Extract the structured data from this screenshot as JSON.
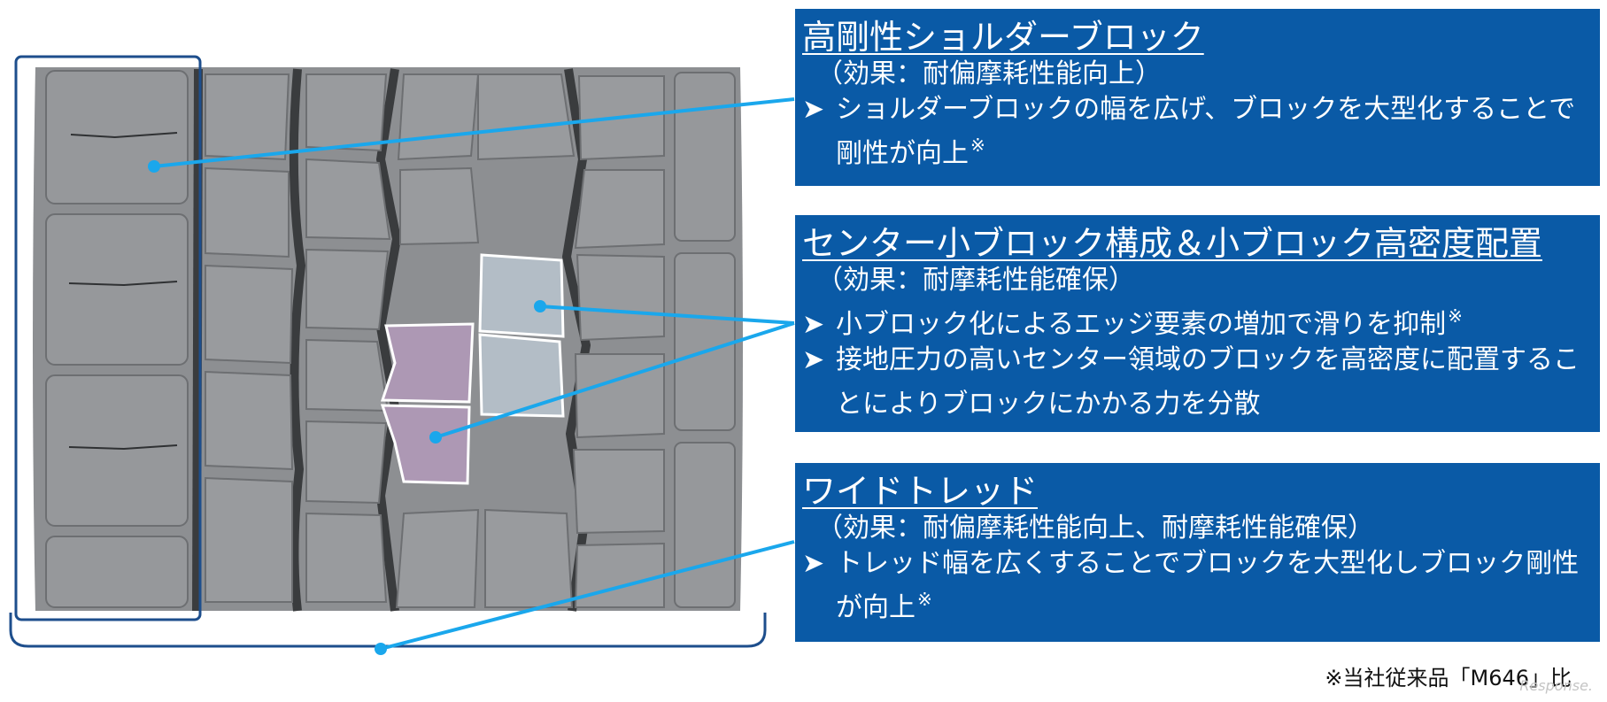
{
  "callouts": [
    {
      "title": "高剛性ショルダーブロック",
      "effect": "（効果：耐偏摩耗性能向上）",
      "bullets": [
        {
          "mark": "➤",
          "text": "ショルダーブロックの幅を広げ、ブロックを大型化することで剛性が向上",
          "note": "※"
        }
      ]
    },
    {
      "title": "センター小ブロック構成＆小ブロック高密度配置",
      "effect": "（効果：耐摩耗性能確保）",
      "bullets": [
        {
          "mark": "➤",
          "text": "小ブロック化によるエッジ要素の増加で滑りを抑制",
          "note": "※"
        },
        {
          "mark": "➤",
          "text": "接地圧力の高いセンター領域のブロックを高密度に配置することによりブロックにかかる力を分散",
          "note": ""
        }
      ]
    },
    {
      "title": "ワイドトレッド",
      "effect": "（効果：耐偏摩耗性能向上、耐摩耗性能確保）",
      "bullets": [
        {
          "mark": "➤",
          "text": "トレッド幅を広くすることでブロックを大型化しブロック剛性が向上",
          "note": "※"
        }
      ]
    }
  ],
  "footnote": "※当社従来品「M646」比",
  "watermark": "Response.",
  "colors": {
    "callout_bg": "#0a5aa6",
    "leader_line": "#1aa7ec",
    "frame": "#1d4e8c",
    "tire_gray": "#8d8f92",
    "block_light": "#b3bdc6",
    "block_purple": "#ad98b4"
  }
}
